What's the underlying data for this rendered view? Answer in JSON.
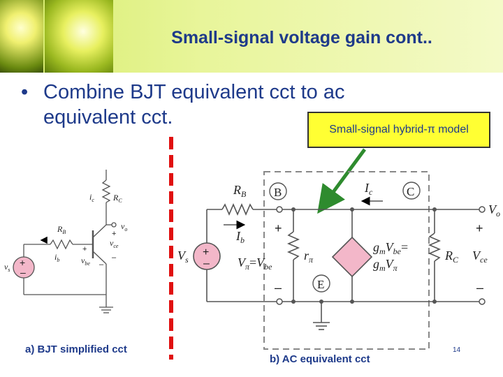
{
  "header": {
    "title": "Small-signal voltage gain cont.."
  },
  "bullet": {
    "line1": "Combine BJT equivalent cct to ac",
    "line2": "equivalent cct."
  },
  "callout": {
    "text": "Small-signal hybrid-π model"
  },
  "captions": {
    "a": "a) BJT simplified cct",
    "b": "b) AC equivalent cct"
  },
  "page_number": "14",
  "circuit_a": {
    "ic": "i",
    "ic_sub": "c",
    "RC": "R",
    "RC_sub": "C",
    "RB": "R",
    "RB_sub": "B",
    "ib": "i",
    "ib_sub": "b",
    "vs": "v",
    "vs_sub": "s",
    "vo": "v",
    "vo_sub": "o",
    "vce": "v",
    "vce_sub": "ce",
    "vbe": "v",
    "vbe_sub": "be",
    "plus": "+",
    "minus": "–"
  },
  "circuit_b": {
    "RB": "R",
    "RB_sub": "B",
    "B": "B",
    "C": "C",
    "E": "E",
    "Ic": "I",
    "Ic_sub": "c",
    "Ib": "I",
    "Ib_sub": "b",
    "Vs": "V",
    "Vs_sub": "s",
    "Vpi": "V",
    "Vpi_sub": "π",
    "eq": "=",
    "Vbe": "V",
    "Vbe_sub": "be",
    "rpi": "r",
    "rpi_sub": "π",
    "gm1": "g",
    "gm1_sub": "m",
    "gm2": "g",
    "gm2_sub": "m",
    "Vo": "V",
    "Vo_sub": "o",
    "RC": "R",
    "RC_sub": "C",
    "Vce": "V",
    "Vce_sub": "ce",
    "plus": "+",
    "minus": "–"
  }
}
